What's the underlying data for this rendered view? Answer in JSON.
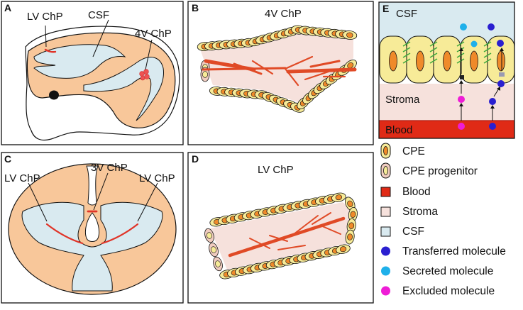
{
  "colors": {
    "csf": "#d9eaf0",
    "tissue": "#f8c79a",
    "stroma": "#f6e1dc",
    "cpe_fill": "#f7eb98",
    "cpe_nucleus": "#ef8a2a",
    "progenitor_fill": "#f0ccc0",
    "blood": "#e02a16",
    "vessel": "#e04a26",
    "transferred": "#2a1fd0",
    "secreted": "#1fb0ea",
    "excluded": "#ee1cd6",
    "junction": "#3aa83a",
    "outline": "#111111"
  },
  "panels": {
    "A": {
      "letter": "A",
      "labels": {
        "lv_chp": "LV ChP",
        "csf": "CSF",
        "fourth_chp": "4V ChP"
      }
    },
    "B": {
      "letter": "B",
      "title": "4V ChP"
    },
    "C": {
      "letter": "C",
      "labels": {
        "third_chp": "3V ChP",
        "lv_left": "LV ChP",
        "lv_right": "LV ChP"
      }
    },
    "D": {
      "letter": "D",
      "title": "LV ChP"
    },
    "E": {
      "letter": "E",
      "labels": {
        "csf": "CSF",
        "stroma": "Stroma",
        "blood": "Blood"
      }
    }
  },
  "legend": [
    {
      "key": "cpe",
      "label": "CPE"
    },
    {
      "key": "progenitor",
      "label": "CPE progenitor"
    },
    {
      "key": "blood",
      "label": "Blood"
    },
    {
      "key": "stroma",
      "label": "Stroma"
    },
    {
      "key": "csf",
      "label": "CSF"
    },
    {
      "key": "transferred",
      "label": "Transferred molecule"
    },
    {
      "key": "secreted",
      "label": "Secreted molecule"
    },
    {
      "key": "excluded",
      "label": "Excluded molecule"
    }
  ]
}
